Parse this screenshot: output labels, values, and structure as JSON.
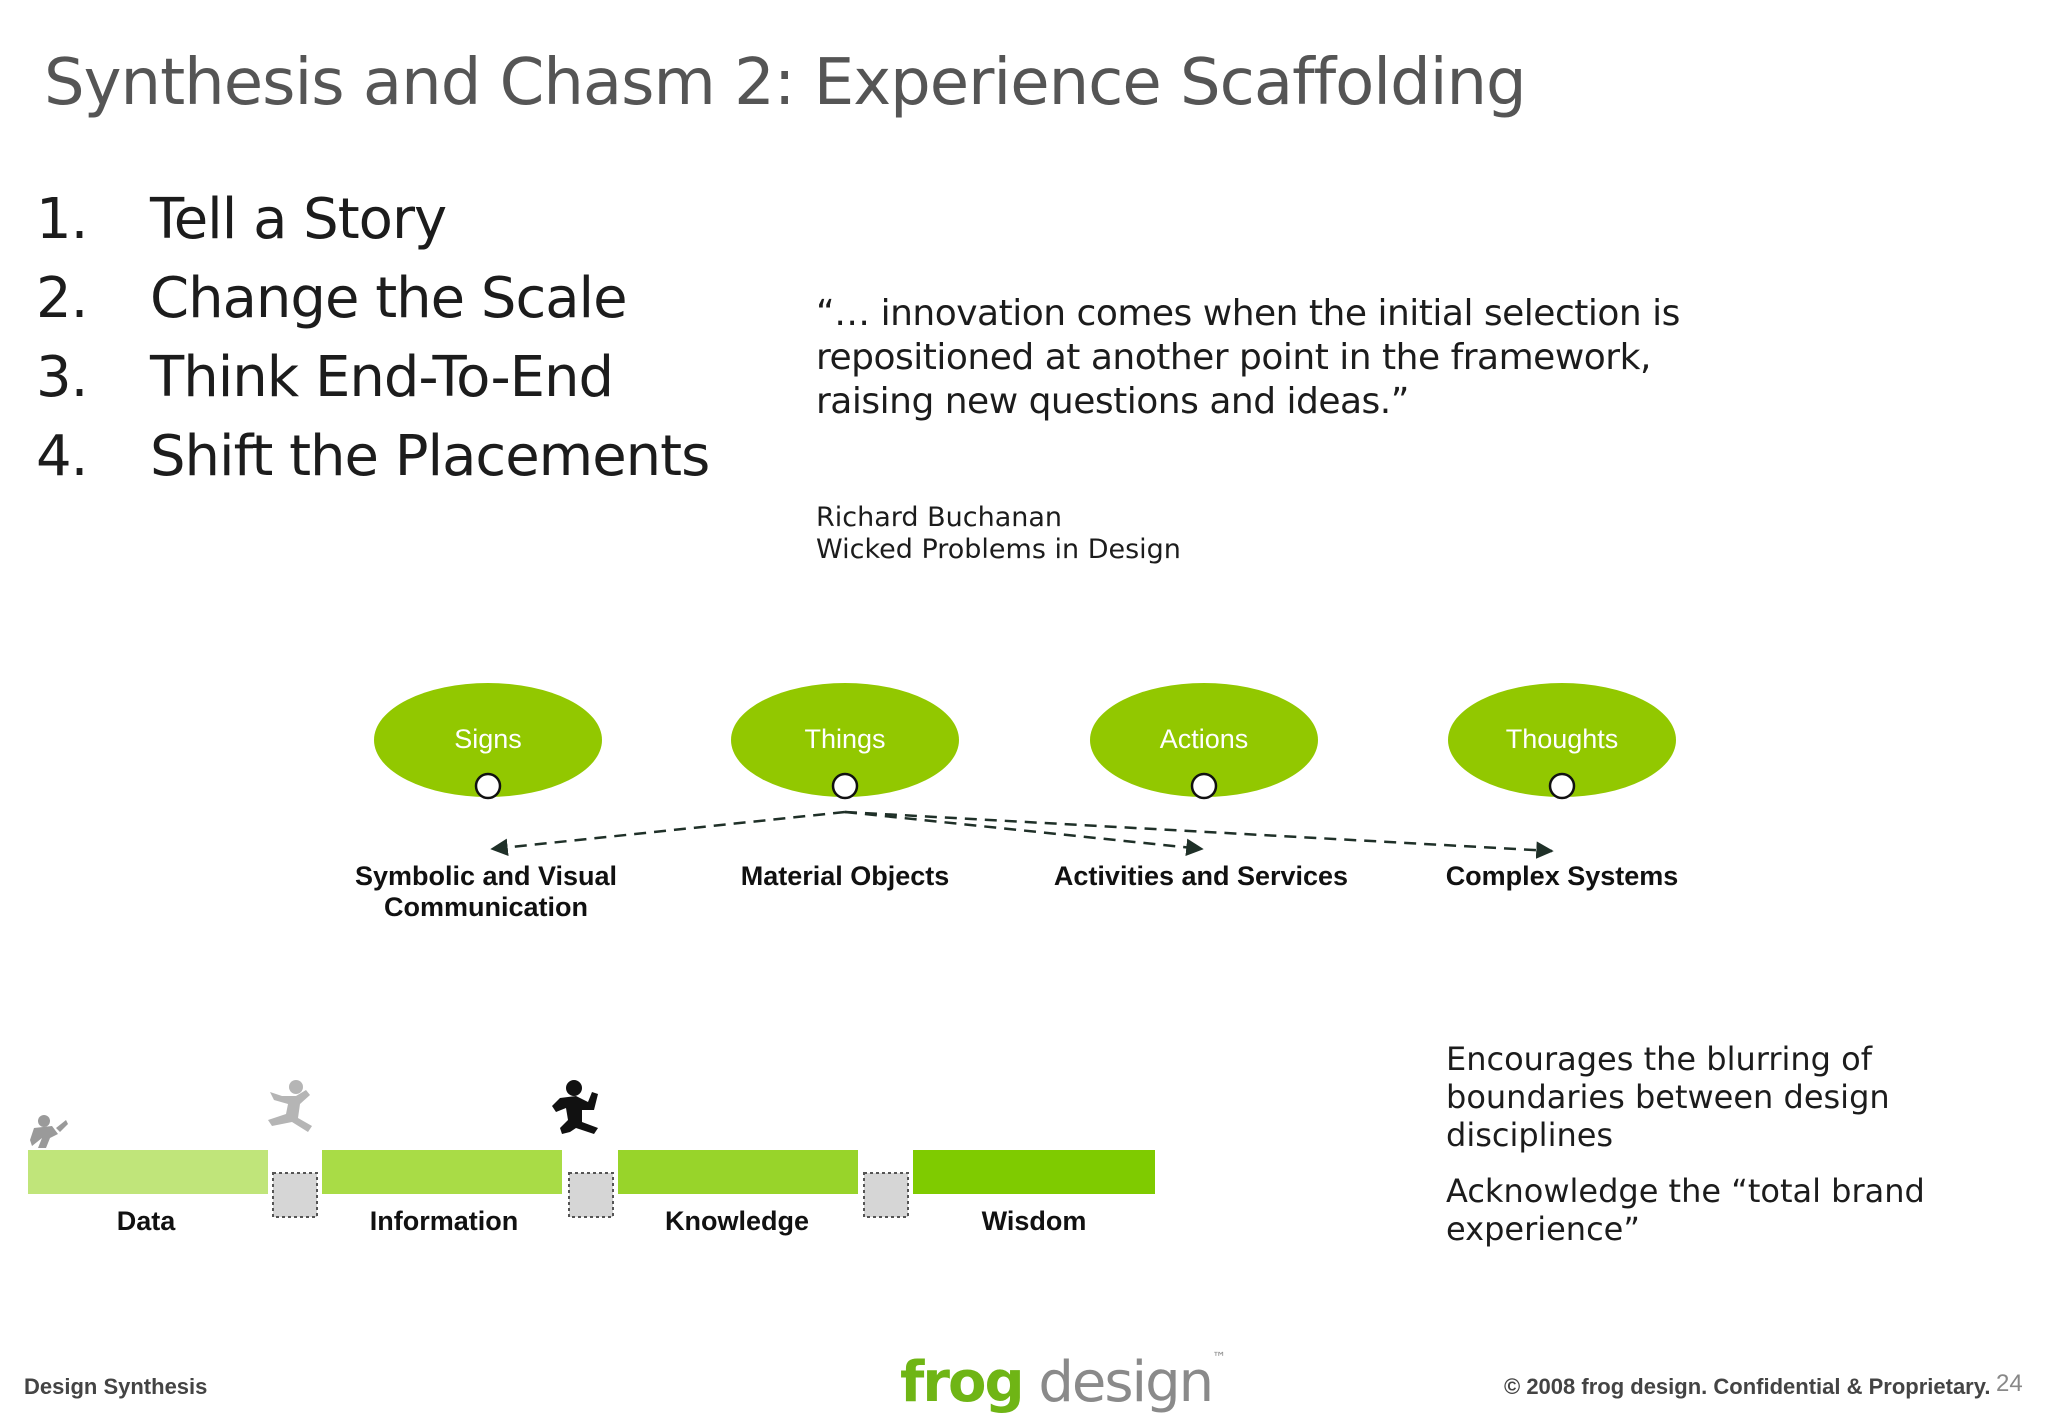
{
  "title": "Synthesis and Chasm 2: Experience Scaffolding",
  "list": [
    {
      "num": "1.",
      "text": "Tell a Story"
    },
    {
      "num": "2.",
      "text": "Change the Scale"
    },
    {
      "num": "3.",
      "text": "Think End-To-End"
    },
    {
      "num": "4.",
      "text": "Shift the Placements"
    }
  ],
  "quote": "“… innovation comes when the initial selection is repositioned at another point in the framework, raising new questions and ideas.”",
  "attribution": {
    "author": "Richard Buchanan",
    "source": "Wicked Problems in Design"
  },
  "placements": {
    "ovals": [
      "Signs",
      "Things",
      "Actions",
      "Thoughts"
    ],
    "labels_line1": [
      "Symbolic and Visual",
      "Material Objects",
      "Activities and Services",
      "Complex Systems"
    ],
    "labels_line2": [
      "Communication",
      "",
      "",
      ""
    ],
    "oval_color": "#92c800",
    "arrow_color": "#1f3028"
  },
  "dikw": {
    "stages": [
      "Data",
      "Information",
      "Knowledge",
      "Wisdom"
    ],
    "bar_colors": [
      "#c0e57a",
      "#a9dc46",
      "#98d42a",
      "#7fcb00"
    ],
    "figure_icons": [
      "crouching-figure-icon",
      "jumping-figure-icon",
      "leaping-figure-icon"
    ]
  },
  "notes": [
    "Encourages the blurring of boundaries between design disciplines",
    "Acknowledge the “total brand experience”"
  ],
  "footer": {
    "left": "Design Synthesis",
    "logo_frog": "frog",
    "logo_design": "design",
    "copyright": "© 2008 frog design. Confidential & Proprietary.",
    "page": "24"
  }
}
